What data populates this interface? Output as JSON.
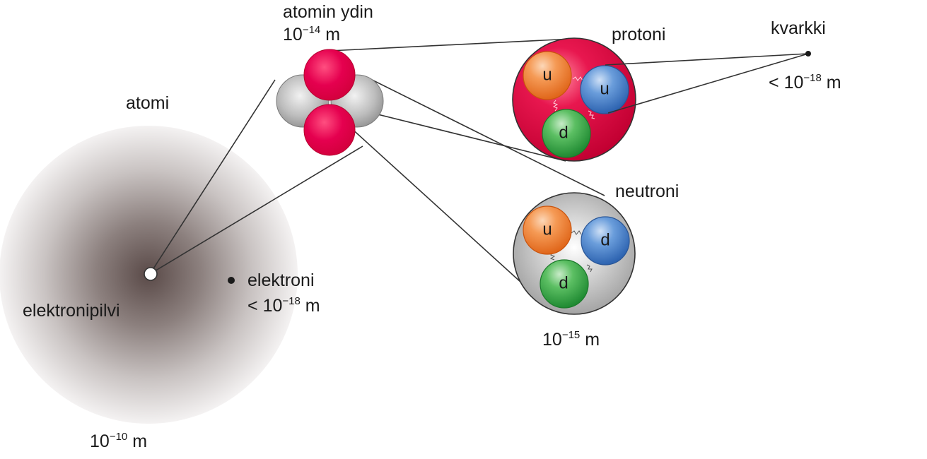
{
  "labels": {
    "atom": "atomi",
    "atom_size": {
      "base": "10",
      "exp": "−10",
      "unit": "m"
    },
    "electron_cloud": "elektronipilvi",
    "electron": "elektroni",
    "electron_size": {
      "prefix": "<",
      "base": "10",
      "exp": "−18",
      "unit": "m"
    },
    "nucleus": "atomin ydin",
    "nucleus_size": {
      "base": "10",
      "exp": "−14",
      "unit": "m"
    },
    "proton": "protoni",
    "neutron": "neutroni",
    "nucleon_size": {
      "base": "10",
      "exp": "−15",
      "unit": "m"
    },
    "quark": "kvarkki",
    "quark_size": {
      "prefix": "<",
      "base": "10",
      "exp": "−18",
      "unit": "m"
    }
  },
  "proton_quarks": [
    "u",
    "u",
    "d"
  ],
  "neutron_quarks": [
    "u",
    "d",
    "d"
  ],
  "colors": {
    "proton": "#e5004f",
    "neutron": "#b3b3b3",
    "quark_u": "#f07a2c",
    "quark_u_blue": "#3d79c4",
    "quark_d": "#2e9a3e",
    "line": "#333333"
  }
}
